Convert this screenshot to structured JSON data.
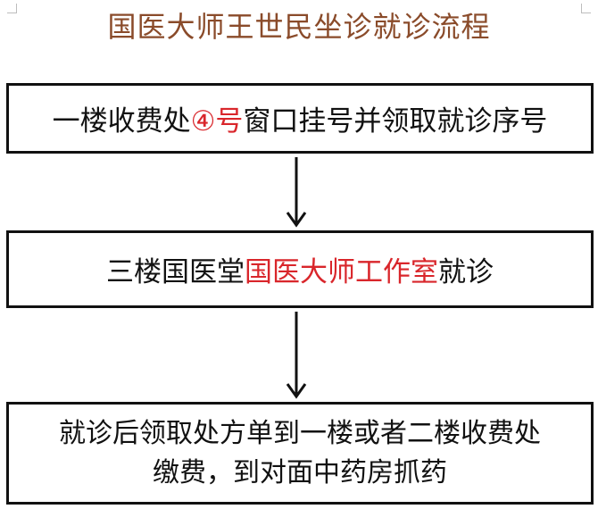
{
  "title": "国医大师王世民坐诊就诊流程",
  "steps": [
    {
      "before": "一楼收费处",
      "highlight": "④号",
      "after": "窗口挂号并领取就诊序号"
    },
    {
      "before": "三楼国医堂",
      "highlight": "国医大师工作室",
      "after": "就诊"
    },
    {
      "line1": "就诊后领取处方单到一楼或者二楼收费处",
      "line2": "缴费，到对面中药房抓药"
    }
  ],
  "colors": {
    "title": "#8a4b2a",
    "highlight": "#d9262b",
    "border": "#111111"
  },
  "icons": [
    "arrow-down-icon",
    "arrow-down-icon"
  ]
}
